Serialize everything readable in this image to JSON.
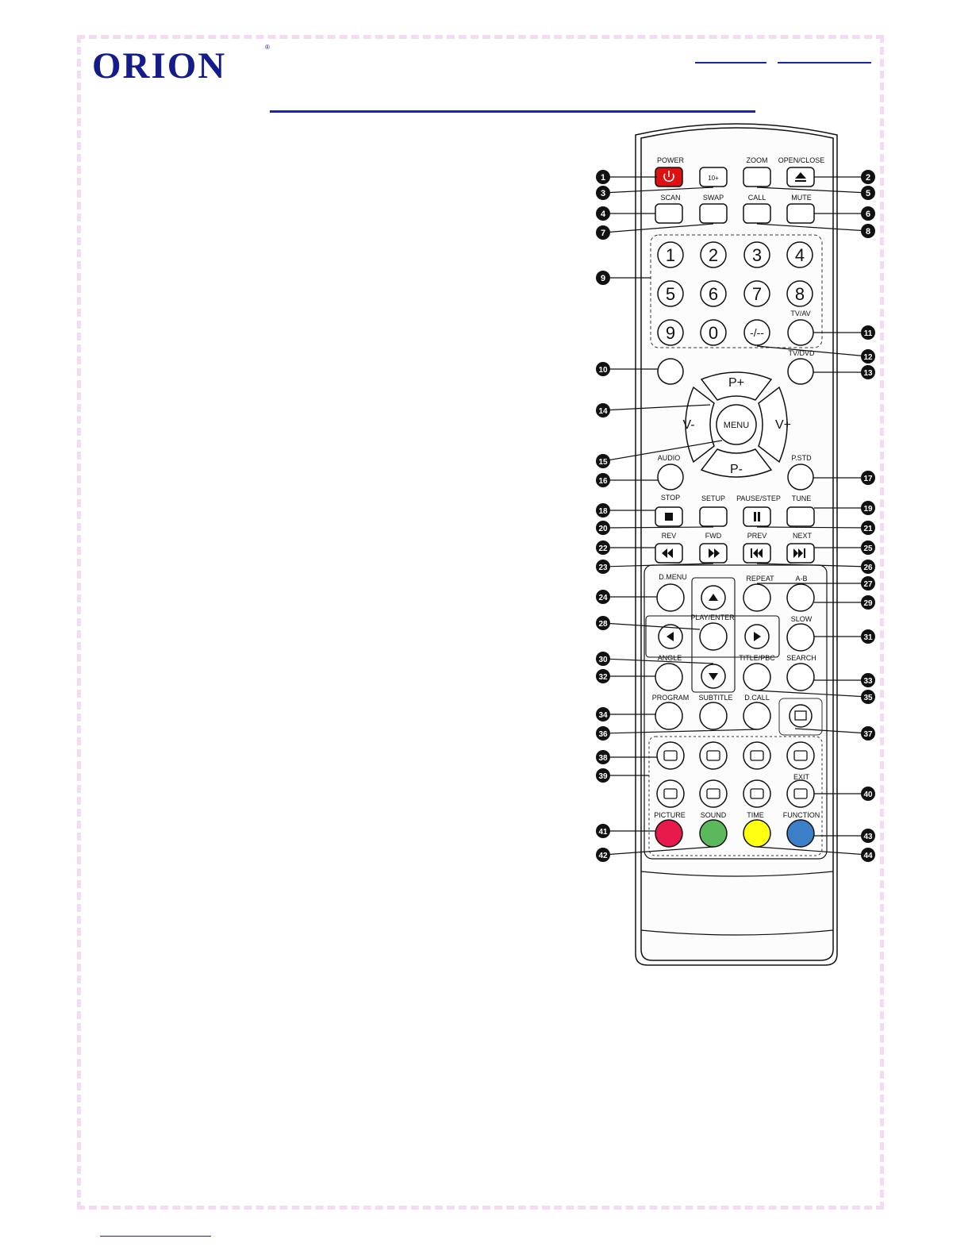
{
  "header": {
    "brand": "ORION",
    "registered_mark": "®"
  },
  "remote": {
    "labels": {
      "power": "POWER",
      "zoom": "ZOOM",
      "open_close": "OPEN/CLOSE",
      "ten_plus": "10+",
      "scan": "SCAN",
      "swap": "SWAP",
      "call": "CALL",
      "mute": "MUTE",
      "tv_av": "TV/AV",
      "tv_dvd": "TV/DVD",
      "dash": "-/--",
      "p_plus": "P+",
      "p_minus": "P-",
      "v_minus": "V-",
      "v_plus": "V+",
      "menu": "MENU",
      "audio": "AUDIO",
      "pstd": "P.STD",
      "stop": "STOP",
      "setup": "SETUP",
      "pause_step": "PAUSE/STEP",
      "tune": "TUNE",
      "rev": "REV",
      "fwd": "FWD",
      "prev": "PREV",
      "next": "NEXT",
      "d_menu": "D.MENU",
      "repeat": "REPEAT",
      "a_b": "A-B",
      "play_enter": "PLAY/ENTER",
      "slow": "SLOW",
      "angle": "ANGLE",
      "title_pbc": "TITLE/PBC",
      "search": "SEARCH",
      "program": "PROGRAM",
      "subtitle": "SUBTITLE",
      "d_call": "D.CALL",
      "exit": "EXIT",
      "picture": "PICTURE",
      "sound": "SOUND",
      "time": "TIME",
      "function": "FUNCTION"
    },
    "digits": [
      "1",
      "2",
      "3",
      "4",
      "5",
      "6",
      "7",
      "8",
      "9",
      "0"
    ],
    "callouts": [
      "1",
      "2",
      "3",
      "4",
      "5",
      "6",
      "7",
      "8",
      "9",
      "10",
      "11",
      "12",
      "13",
      "14",
      "15",
      "16",
      "17",
      "18",
      "19",
      "20",
      "21",
      "22",
      "23",
      "24",
      "25",
      "26",
      "27",
      "28",
      "29",
      "30",
      "31",
      "32",
      "33",
      "34",
      "35",
      "36",
      "37",
      "38",
      "39",
      "40",
      "41",
      "42",
      "43",
      "44"
    ],
    "colors": {
      "power": "#dd1111",
      "red": "#e8194b",
      "green": "#5cb85c",
      "yellow": "#ffff11",
      "blue": "#3a7fc8",
      "accent": "#141c8c"
    }
  }
}
